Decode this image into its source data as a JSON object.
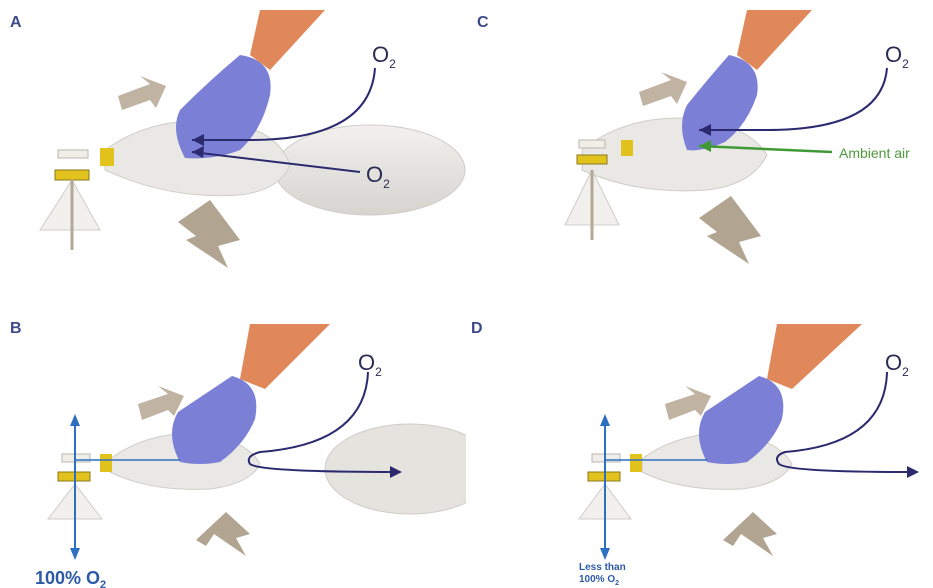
{
  "panels": {
    "a": {
      "label": "A",
      "o2_top": "O",
      "o2_mid": "O",
      "sub": "2"
    },
    "b": {
      "label": "B",
      "o2_top": "O",
      "sub": "2",
      "bottom_text": "100% O",
      "bottom_sub": "2"
    },
    "c": {
      "label": "C",
      "o2_top": "O",
      "sub": "2",
      "ambient": "Ambient air"
    },
    "d": {
      "label": "D",
      "o2_top": "O",
      "sub": "2",
      "bottom_line1": "Less than",
      "bottom_line2": "100% O",
      "bottom_sub": "2"
    }
  },
  "colors": {
    "glove": "#7c7fd6",
    "skin": "#e0885a",
    "arrow_dark": "#2c2a6e",
    "arrow_blue": "#2d6fc0",
    "ambient_green": "#3f9a35",
    "valve_yellow": "#e2c21c",
    "big_arrow": "#b5a692"
  }
}
